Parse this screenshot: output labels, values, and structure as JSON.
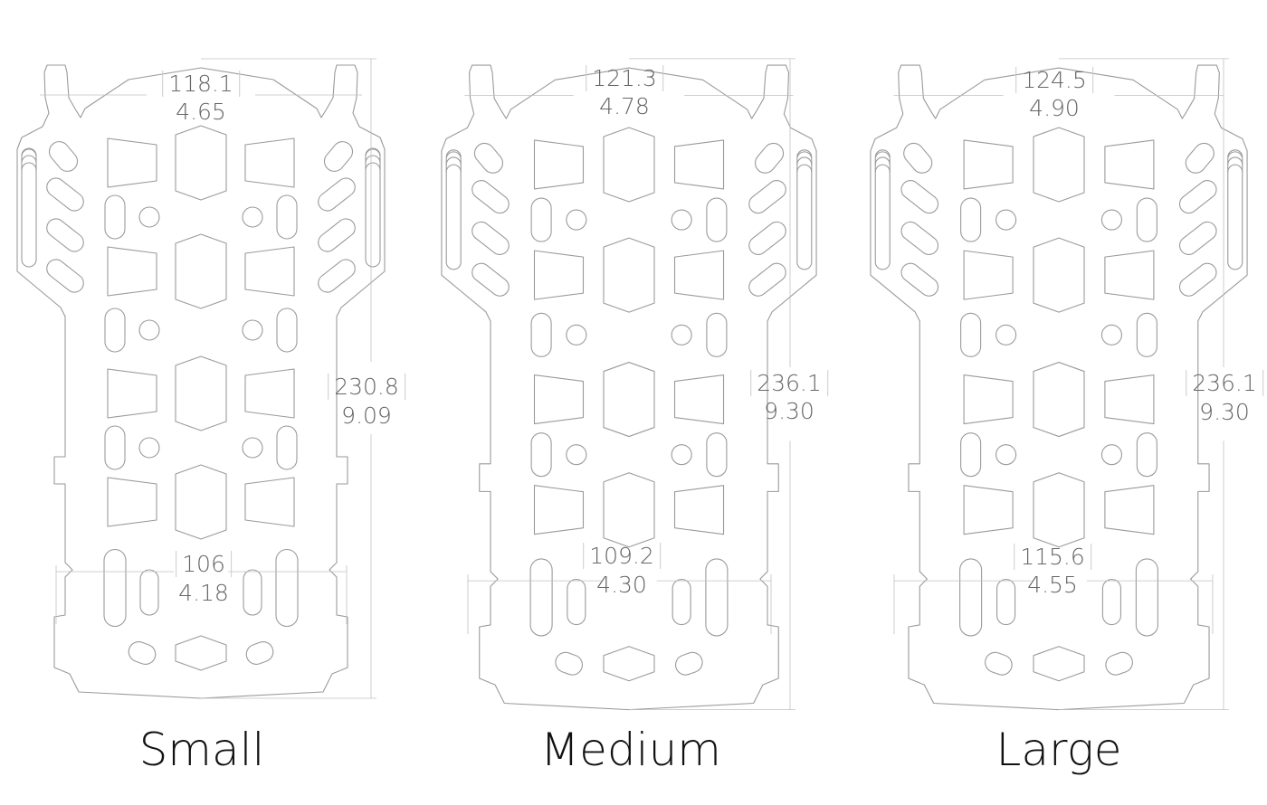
{
  "plates": [
    {
      "name": "Small",
      "width_mm": "118.1",
      "width_in": "4.65",
      "height_mm": "230.8",
      "height_in": "9.09",
      "bottom_mm": "106",
      "bottom_in": "4.18"
    },
    {
      "name": "Medium",
      "width_mm": "121.3",
      "width_in": "4.78",
      "height_mm": "236.1",
      "height_in": "9.30",
      "bottom_mm": "109.2",
      "bottom_in": "4.30"
    },
    {
      "name": "Large",
      "width_mm": "124.5",
      "width_in": "4.90",
      "height_mm": "236.1",
      "height_in": "9.30",
      "bottom_mm": "115.6",
      "bottom_in": "4.55"
    }
  ],
  "colors": {
    "outline": "#9a9a9a",
    "dimension": "#c0c0c0",
    "text": "#666666"
  }
}
